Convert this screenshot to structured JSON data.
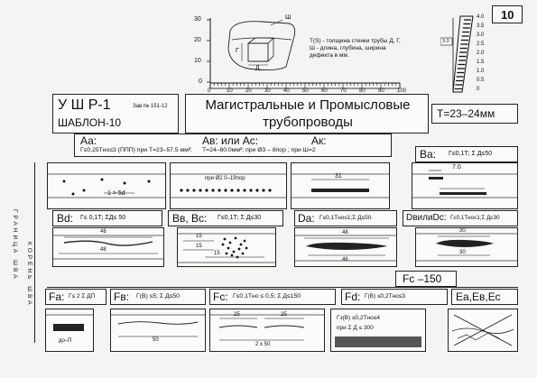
{
  "page_number": "10",
  "top_chart": {
    "y_ticks": [
      "30",
      "20",
      "10",
      "0"
    ],
    "x_ticks": [
      "0",
      "10",
      "20",
      "30",
      "40",
      "50",
      "60",
      "70",
      "80",
      "90",
      "100"
    ],
    "label_sh": "Ш",
    "label_g": "Г",
    "label_d": "Д",
    "description": "T(S) - толщина стенки трубы Д, Г, Ш - длина, глубина, ширина дефекта в мм."
  },
  "right_scale": {
    "ticks": [
      "4.0",
      "3.5",
      "3.0",
      "2.5",
      "2.0",
      "1.5",
      "1.0",
      "0.5",
      "0"
    ],
    "marker": "3.0"
  },
  "header": {
    "code": "У Ш Р-1",
    "zav": "Зав № 151-12",
    "template": "ШАБЛОН-10",
    "title": "Магистральные и Промысловые трубопроводы",
    "thickness": "T=23–24мм"
  },
  "criteria": {
    "aa": "Аа:",
    "av": "Ав: или Ас:",
    "ak": "Ак:",
    "aa_text": "Г≤0,25Тно≤3 (ППП) при Т=23–57.5 мм²;",
    "av_text": "Т=24–60.0мм²; при Ø3 – 8пор ; при Ш=2",
    "ba": "Ва:",
    "ba_text": "Г≤0,1Т; Σ Д≤50"
  },
  "row1": {
    "fig1_label": "1 > 5d",
    "fig2_label": "при Ø2 0–19пор",
    "fig3_label": "31",
    "fig4_label": "7.0"
  },
  "row2": {
    "bd": "Bd:",
    "bd_text": "Г≤ 0,1Т; ΣД≤ 50",
    "bv": "Вв, Вс:",
    "bv_text": "Г≤0,1Т; Σ Д≤30",
    "da": "Da:",
    "da_text": "Г≤0,1Тно≤1;Σ Д≤50",
    "db": "DвилиDс:",
    "db_text": "Г≤0,1Тно≤1;Σ Д≤30",
    "fig1_top": "46",
    "fig1_bottom": "48",
    "fig2_a": "15",
    "fig2_b": "15",
    "fig2_c": "15",
    "fig3_top": "48",
    "fig3_bottom": "46",
    "fig4_top": "30",
    "fig4_bottom": "30"
  },
  "side_labels": {
    "left1": "ГРАНИЦА ШВА",
    "left2": "КОРЕНЬ ШВА"
  },
  "fc_tag": "Fc –150",
  "row3": {
    "fa": "Fa:",
    "fa_text": "Г≤ 2 Σ ДП",
    "fv": "Fв:",
    "fv_text": "Г(В) ≤5; Σ Д≤50",
    "fc": "Fc:",
    "fc_text": "Г≤0,1Тно ≤ 0,5; Σ Д≤150",
    "fd": "Fd:",
    "fd_text": "Г(В) ≤0,2Тно≤3",
    "ea": "Еа,Ев,Ес",
    "fig_fa": "до–П",
    "fig_fv": "50",
    "fig_fc_a": "25",
    "fig_fc_b": "25",
    "fig_fc_c": "2 х 50",
    "fig_fd_1": "Гз(В) ≤0,2Тно≤4",
    "fig_fd_2": "при Σ Д ≤ 300"
  }
}
